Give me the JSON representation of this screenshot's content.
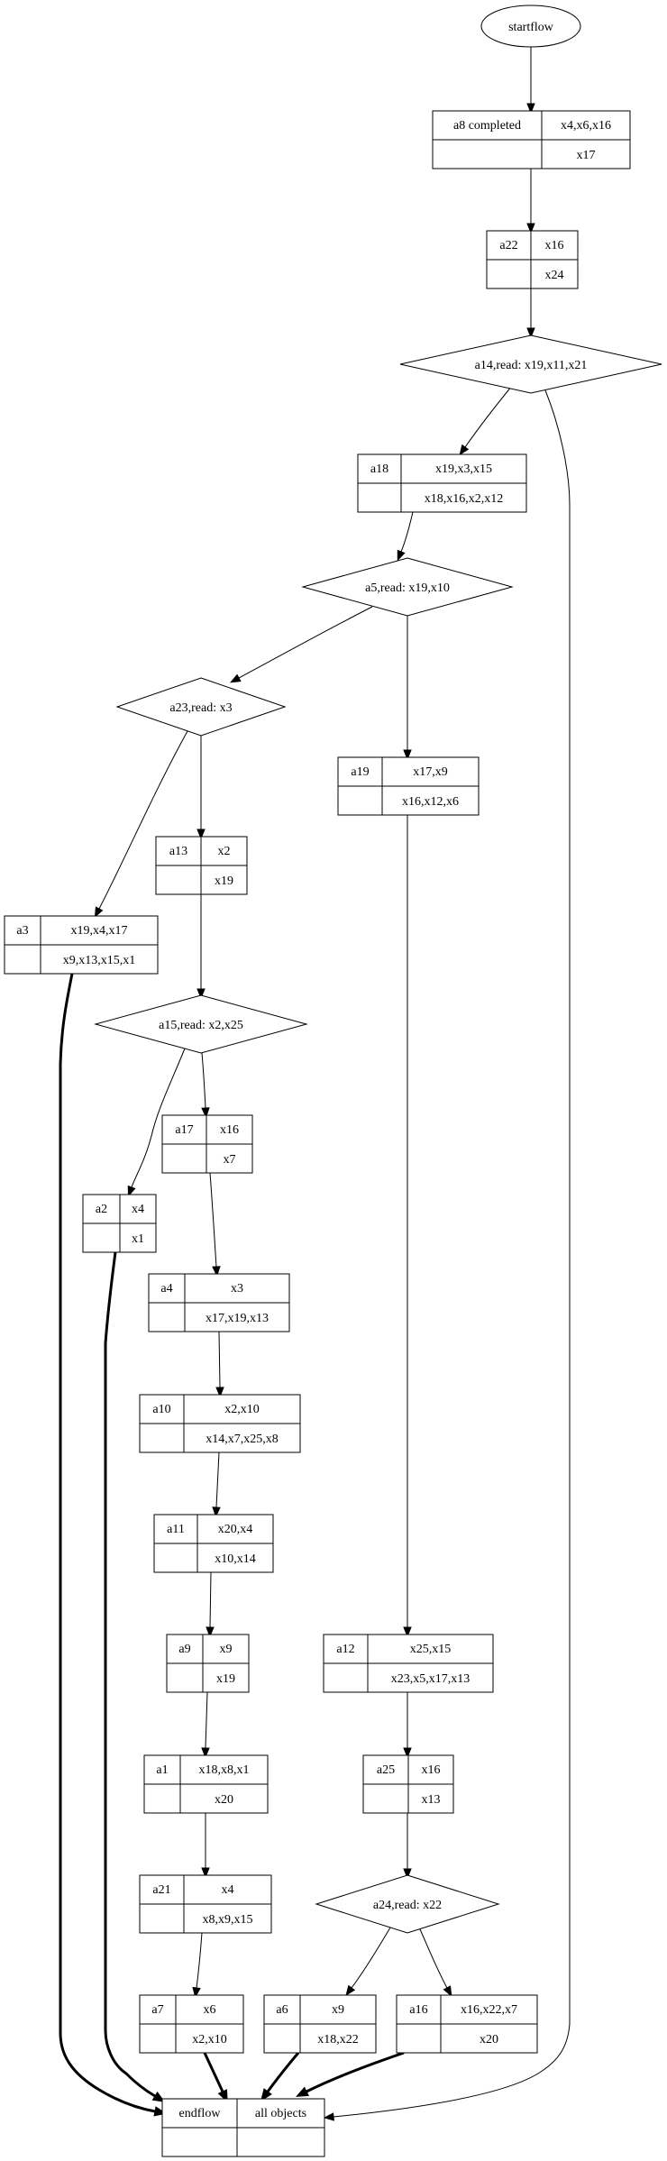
{
  "diagram": {
    "start": {
      "id": "startflow",
      "label": "startflow"
    },
    "end": {
      "id": "endflow",
      "cells": [
        "endflow",
        "all objects",
        "",
        ""
      ]
    },
    "activities": [
      {
        "id": "a8",
        "cells": [
          "a8 completed",
          "x4,x6,x16",
          "",
          "x17"
        ]
      },
      {
        "id": "a22",
        "cells": [
          "a22",
          "x16",
          "",
          "x24"
        ]
      },
      {
        "id": "a18",
        "cells": [
          "a18",
          "x19,x3,x15",
          "",
          "x18,x16,x2,x12"
        ]
      },
      {
        "id": "a19",
        "cells": [
          "a19",
          "x17,x9",
          "",
          "x16,x12,x6"
        ]
      },
      {
        "id": "a13",
        "cells": [
          "a13",
          "x2",
          "",
          "x19"
        ]
      },
      {
        "id": "a3",
        "cells": [
          "a3",
          "x19,x4,x17",
          "",
          "x9,x13,x15,x1"
        ]
      },
      {
        "id": "a17",
        "cells": [
          "a17",
          "x16",
          "",
          "x7"
        ]
      },
      {
        "id": "a2",
        "cells": [
          "a2",
          "x4",
          "",
          "x1"
        ]
      },
      {
        "id": "a4",
        "cells": [
          "a4",
          "x3",
          "",
          "x17,x19,x13"
        ]
      },
      {
        "id": "a10",
        "cells": [
          "a10",
          "x2,x10",
          "",
          "x14,x7,x25,x8"
        ]
      },
      {
        "id": "a11",
        "cells": [
          "a11",
          "x20,x4",
          "",
          "x10,x14"
        ]
      },
      {
        "id": "a9",
        "cells": [
          "a9",
          "x9",
          "",
          "x19"
        ]
      },
      {
        "id": "a12",
        "cells": [
          "a12",
          "x25,x15",
          "",
          "x23,x5,x17,x13"
        ]
      },
      {
        "id": "a1",
        "cells": [
          "a1",
          "x18,x8,x1",
          "",
          "x20"
        ]
      },
      {
        "id": "a25",
        "cells": [
          "a25",
          "x16",
          "",
          "x13"
        ]
      },
      {
        "id": "a21",
        "cells": [
          "a21",
          "x4",
          "",
          "x8,x9,x15"
        ]
      },
      {
        "id": "a7",
        "cells": [
          "a7",
          "x6",
          "",
          "x2,x10"
        ]
      },
      {
        "id": "a6",
        "cells": [
          "a6",
          "x9",
          "",
          "x18,x22"
        ]
      },
      {
        "id": "a16",
        "cells": [
          "a16",
          "x16,x22,x7",
          "",
          "x20"
        ]
      }
    ],
    "decisions": [
      {
        "id": "a14",
        "label": "a14,read: x19,x11,x21"
      },
      {
        "id": "a5",
        "label": "a5,read: x19,x10"
      },
      {
        "id": "a23",
        "label": "a23,read: x3"
      },
      {
        "id": "a15",
        "label": "a15,read: x2,x25"
      },
      {
        "id": "a24",
        "label": "a24,read: x22"
      }
    ],
    "edges": [
      {
        "from": "startflow",
        "to": "a8",
        "bold": false
      },
      {
        "from": "a8",
        "to": "a22",
        "bold": false
      },
      {
        "from": "a22",
        "to": "a14",
        "bold": false
      },
      {
        "from": "a14",
        "to": "a18",
        "bold": false
      },
      {
        "from": "a14",
        "to": "endflow",
        "bold": false
      },
      {
        "from": "a18",
        "to": "a5",
        "bold": false
      },
      {
        "from": "a5",
        "to": "a23",
        "bold": false
      },
      {
        "from": "a5",
        "to": "a19",
        "bold": false
      },
      {
        "from": "a23",
        "to": "a3",
        "bold": false
      },
      {
        "from": "a23",
        "to": "a13",
        "bold": false
      },
      {
        "from": "a13",
        "to": "a15",
        "bold": false
      },
      {
        "from": "a15",
        "to": "a2",
        "bold": false
      },
      {
        "from": "a15",
        "to": "a17",
        "bold": false
      },
      {
        "from": "a17",
        "to": "a4",
        "bold": false
      },
      {
        "from": "a4",
        "to": "a10",
        "bold": false
      },
      {
        "from": "a10",
        "to": "a11",
        "bold": false
      },
      {
        "from": "a11",
        "to": "a9",
        "bold": false
      },
      {
        "from": "a9",
        "to": "a1",
        "bold": false
      },
      {
        "from": "a1",
        "to": "a21",
        "bold": false
      },
      {
        "from": "a21",
        "to": "a7",
        "bold": false
      },
      {
        "from": "a19",
        "to": "a12",
        "bold": false
      },
      {
        "from": "a12",
        "to": "a25",
        "bold": false
      },
      {
        "from": "a25",
        "to": "a24",
        "bold": false
      },
      {
        "from": "a24",
        "to": "a6",
        "bold": false
      },
      {
        "from": "a24",
        "to": "a16",
        "bold": false
      },
      {
        "from": "a3",
        "to": "endflow",
        "bold": true
      },
      {
        "from": "a2",
        "to": "endflow",
        "bold": true
      },
      {
        "from": "a7",
        "to": "endflow",
        "bold": true
      },
      {
        "from": "a6",
        "to": "endflow",
        "bold": true
      },
      {
        "from": "a16",
        "to": "endflow",
        "bold": true
      }
    ]
  }
}
